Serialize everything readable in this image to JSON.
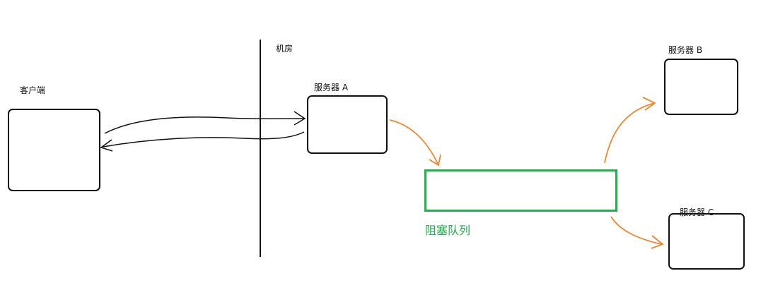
{
  "labels": {
    "client": "客户端",
    "datacenter": "机房",
    "server_a": "服务器 A",
    "server_b": "服务器 B",
    "server_c": "服务器 C",
    "queue": "阻塞队列"
  },
  "colors": {
    "stroke": "#111111",
    "arrow": "#f0862c",
    "queue": "#22b04b"
  }
}
